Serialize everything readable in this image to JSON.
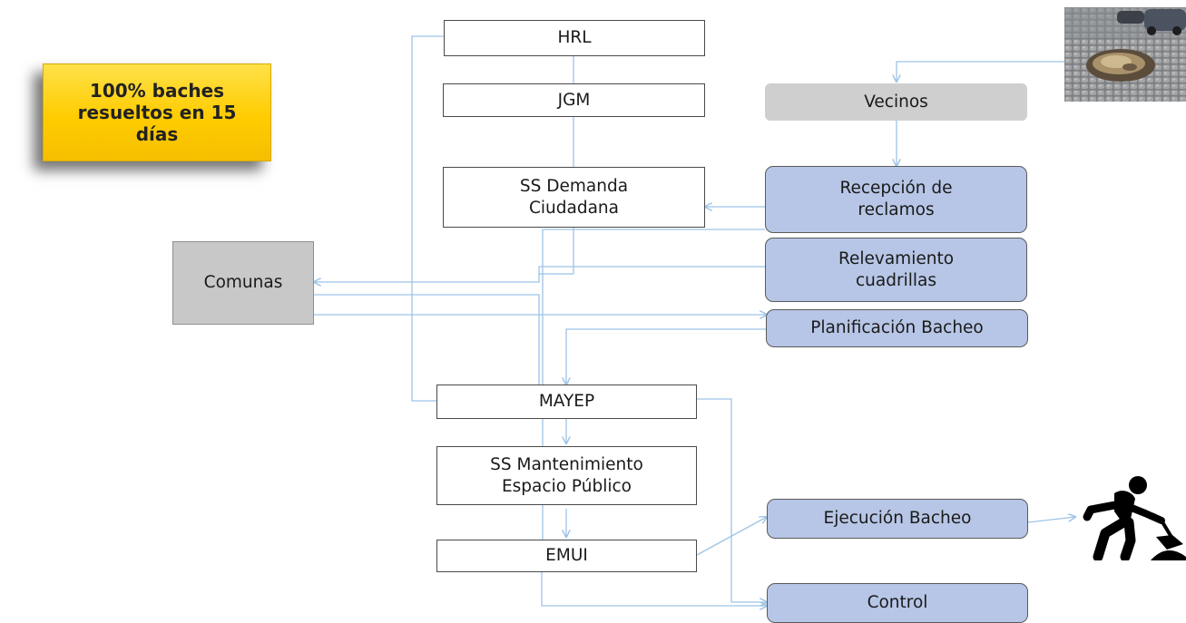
{
  "kpi": {
    "line1": "100% baches",
    "line2": "resueltos en 15",
    "line3": "días"
  },
  "nodes": {
    "hrl": "HRL",
    "jgm": "JGM",
    "ss_demanda": {
      "line1": "SS Demanda",
      "line2": "Ciudadana"
    },
    "comunas": "Comunas",
    "mayep": "MAYEP",
    "ss_mantenimiento": {
      "line1": "SS Mantenimiento",
      "line2": "Espacio Público"
    },
    "emui": "EMUI",
    "vecinos": "Vecinos",
    "recepcion": {
      "line1": "Recepción de",
      "line2": "reclamos"
    },
    "relevamiento": {
      "line1": "Relevamiento",
      "line2": "cuadrillas"
    },
    "planificacion": "Planificación Bacheo",
    "ejecucion": "Ejecución Bacheo",
    "control": "Control"
  },
  "colors": {
    "connector": "#9ec3e6",
    "process_fill": "#b7c6e6",
    "kpi_fill": "#ffcc00",
    "grey_fill": "#c8c8c8"
  },
  "icons": {
    "photo": "pothole-photo-icon",
    "worker": "road-worker-icon"
  }
}
